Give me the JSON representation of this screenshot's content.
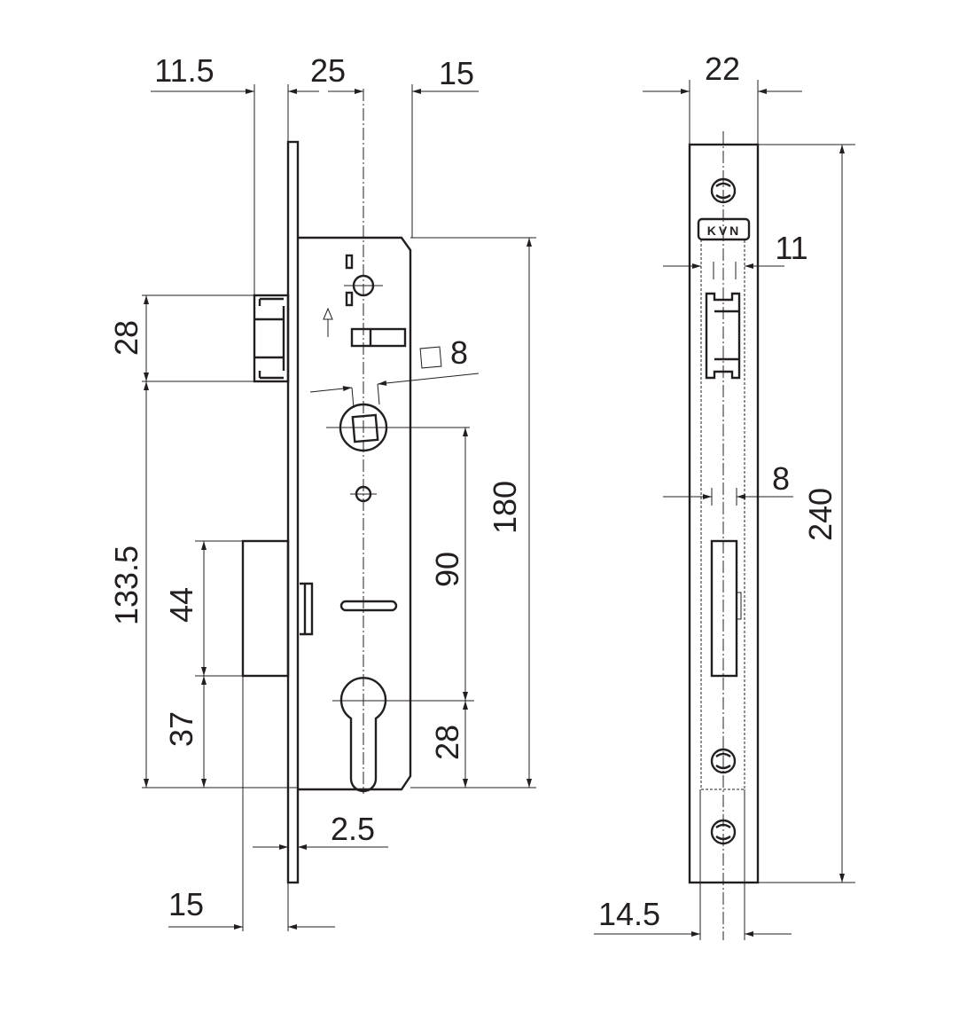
{
  "front_view": {
    "dims": {
      "backset_offset": "11.5",
      "backset_a": "25",
      "backset_b": "15",
      "latch_height": "28",
      "latch_to_bottom": "133.5",
      "deadbolt_height": "44",
      "deadbolt_to_bottom": "37",
      "spindle_square": "8",
      "spindle_to_cylinder": "90",
      "cylinder_to_bottom": "28",
      "case_height": "180",
      "faceplate_thickness": "2.5",
      "deadbolt_projection": "15"
    }
  },
  "side_view": {
    "brand": "KVN",
    "dims": {
      "faceplate_width": "22",
      "latch_width": "11",
      "deadbolt_width": "8",
      "faceplate_height": "240",
      "case_width": "14.5"
    }
  }
}
